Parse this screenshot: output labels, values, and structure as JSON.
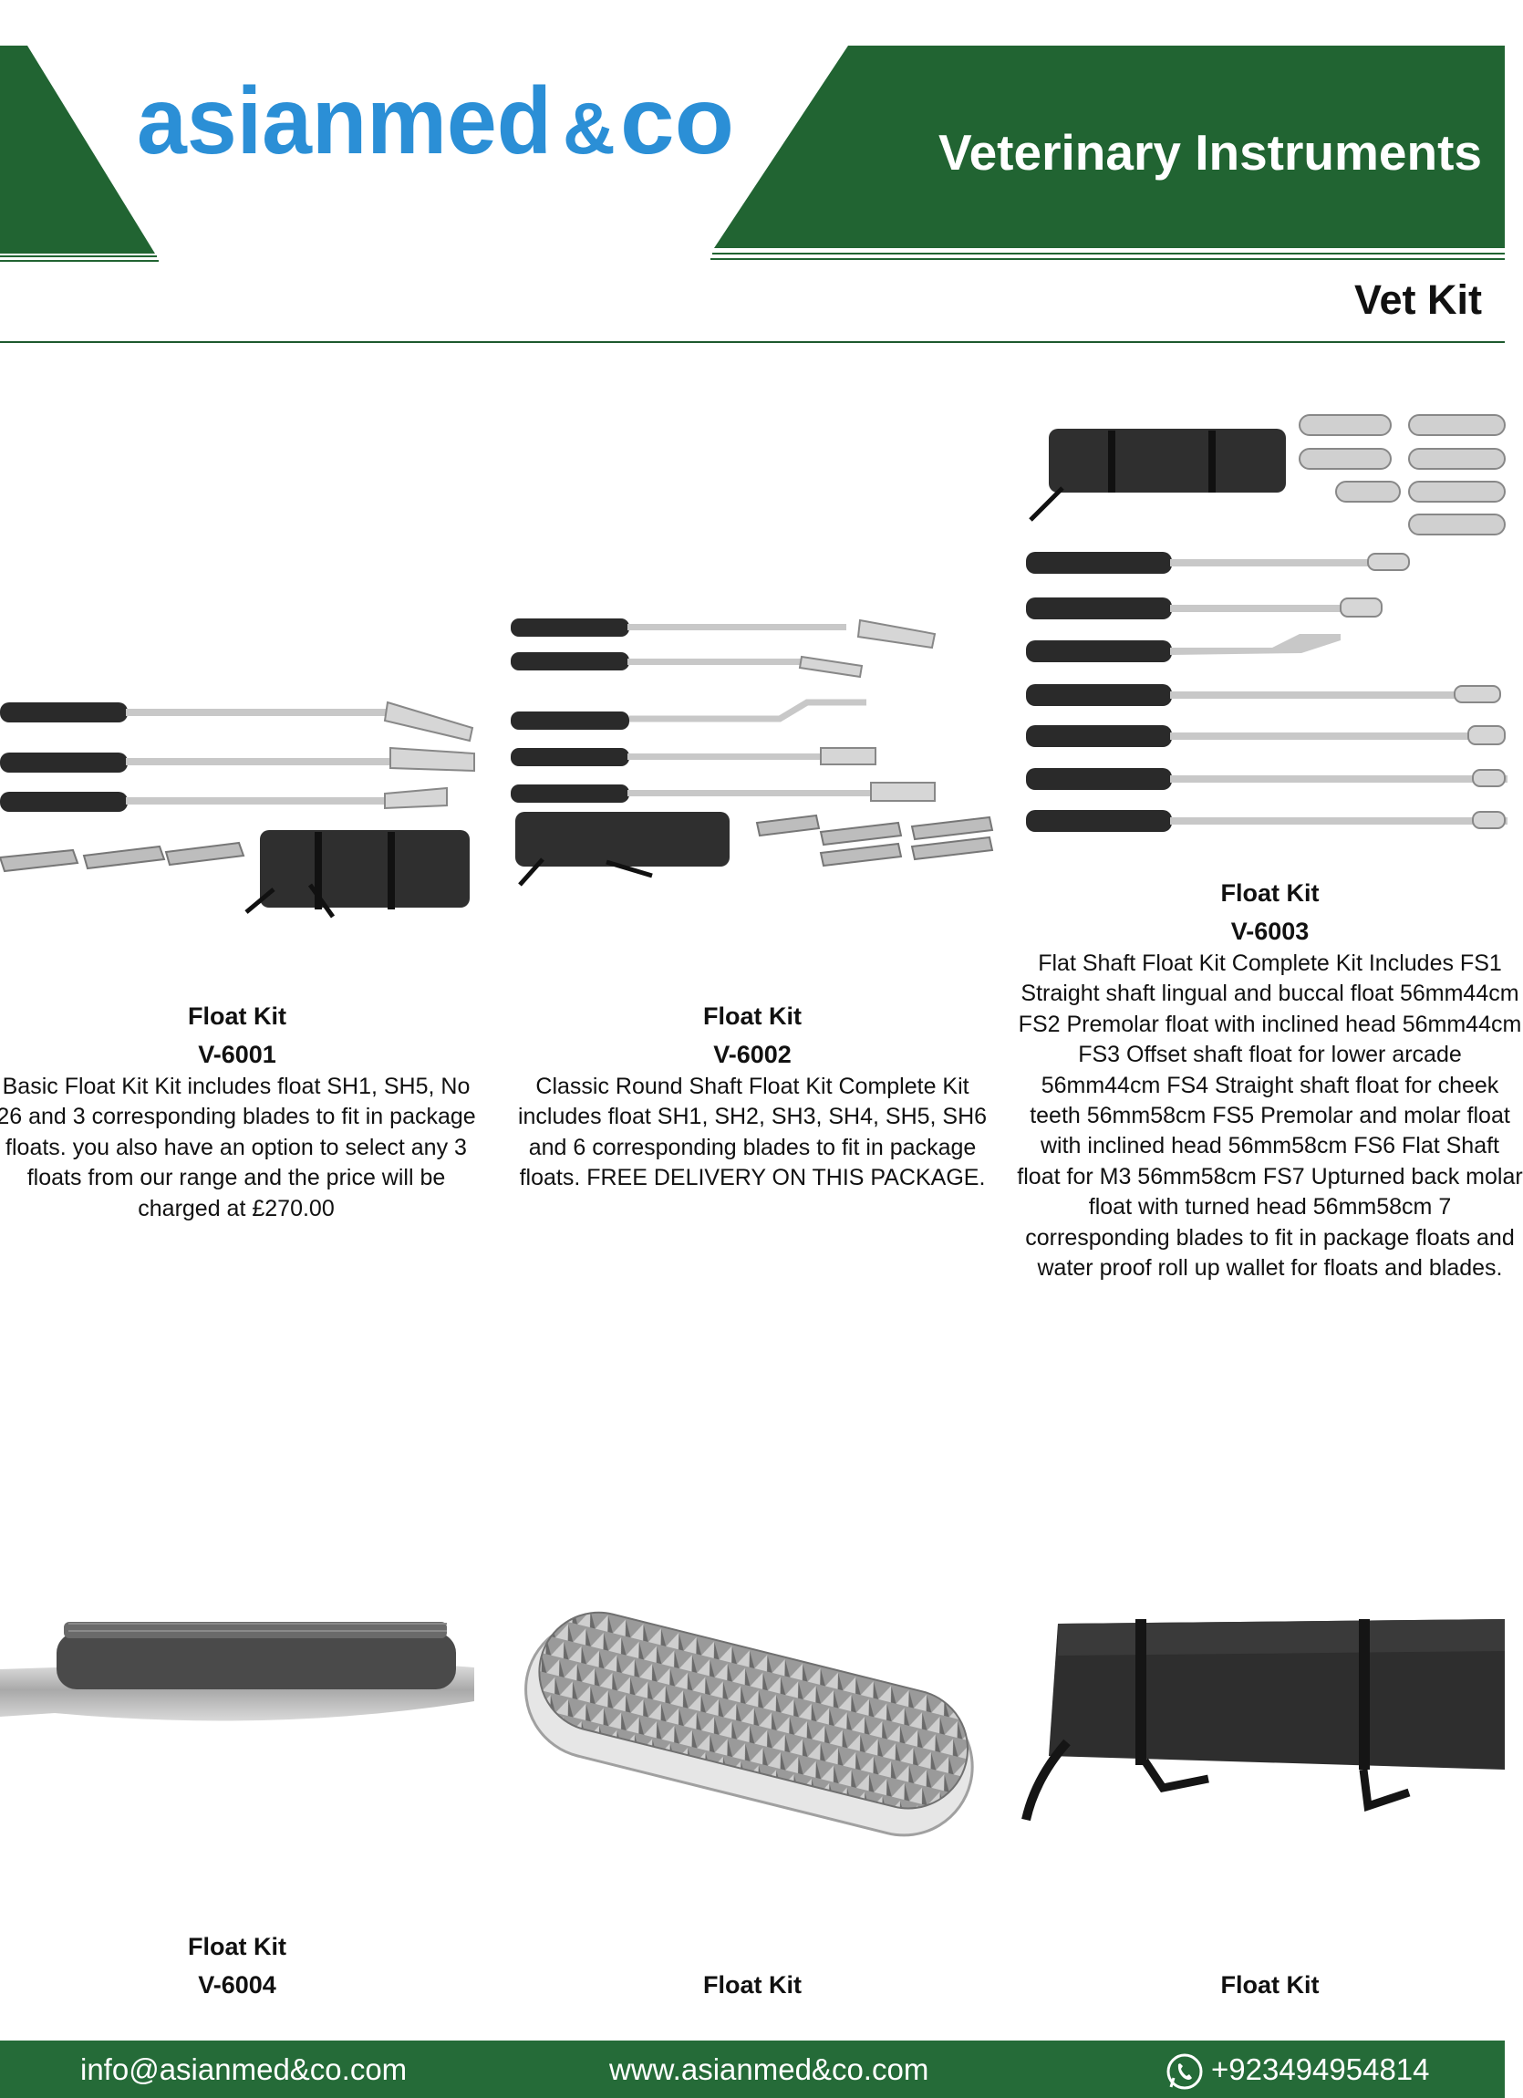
{
  "header": {
    "brand_main": "asianmed",
    "brand_amp": "&",
    "brand_co": "co",
    "title": "Veterinary Instruments",
    "brand_color": "#2b8fd6",
    "green": "#216432"
  },
  "section": {
    "title": "Vet Kit"
  },
  "products": [
    {
      "name": "Float Kit",
      "code": "V-6001",
      "description": "Basic Float Kit Kit includes float SH1, SH5, No 26 and 3 corresponding blades to fit in package floats. you also have an option to select any 3 floats from our range and the price will be charged at £270.00",
      "image_icon": "float-kit-floats-blades-wallet-icon"
    },
    {
      "name": "Float Kit",
      "code": "V-6002",
      "description": "Classic Round Shaft Float Kit Complete Kit includes float SH1, SH2, SH3, SH4, SH5, SH6 and 6 corresponding blades to fit in package floats. FREE DELIVERY ON THIS PACKAGE.",
      "image_icon": "float-kit-floats-blades-wallet-icon"
    },
    {
      "name": "Float Kit",
      "code": "V-6003",
      "description": "Flat Shaft Float Kit Complete Kit Includes FS1 Straight shaft lingual and buccal float 56mm44cm FS2 Premolar float with inclined head 56mm44cm FS3 Offset shaft float for lower arcade 56mm44cm FS4 Straight shaft float for cheek teeth 56mm58cm FS5 Premolar and molar float with inclined head 56mm58cm FS6 Flat Shaft float for M3 56mm58cm FS7 Upturned back molar float with turned head 56mm58cm 7 corresponding blades to fit in package floats and water proof roll up wallet for floats and blades.",
      "image_icon": "float-kit-floats-blades-wallet-icon"
    },
    {
      "name": "Float Kit",
      "code": "V-6004",
      "description": "",
      "image_icon": "float-blade-closeup-icon"
    },
    {
      "name": "Float Kit",
      "code": "",
      "description": "",
      "image_icon": "float-blade-icon"
    },
    {
      "name": "Float Kit",
      "code": "",
      "description": "",
      "image_icon": "roll-up-wallet-icon"
    }
  ],
  "footer": {
    "email": "info@asianmed&co.com",
    "website": "www.asianmed&co.com",
    "phone": "+923494954814",
    "phone_icon": "whatsapp-icon"
  }
}
